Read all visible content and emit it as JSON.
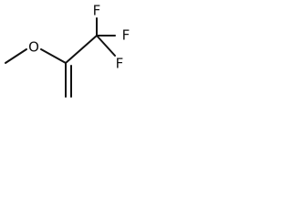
{
  "molecule": {
    "atoms": {
      "oxygen": "O",
      "fluorine_top": "F",
      "fluorine_right": "F",
      "fluorine_bottom": "F"
    }
  },
  "colors": {
    "bond": "#111111",
    "label": "#111111",
    "background": "#ffffff"
  }
}
